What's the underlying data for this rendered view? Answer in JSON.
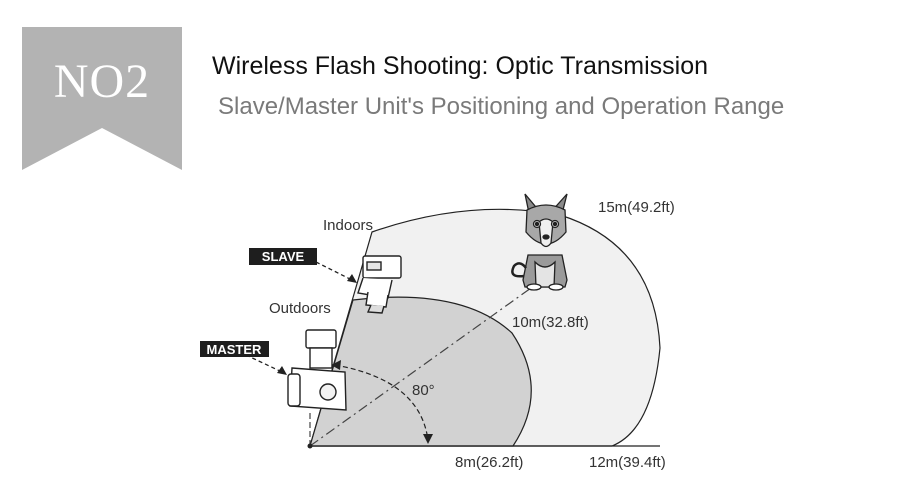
{
  "header": {
    "badge": "NO2",
    "title": "Wireless Flash Shooting: Optic Transmission",
    "subtitle": "Slave/Master Unit's Positioning and Operation Range"
  },
  "diagram": {
    "labels": {
      "indoors": "Indoors",
      "outdoors": "Outdoors",
      "slave": "SLAVE",
      "master": "MASTER",
      "angle": "80°",
      "range_15m": "15m(49.2ft)",
      "range_10m": "10m(32.8ft)",
      "range_8m": "8m(26.2ft)",
      "range_12m": "12m(39.4ft)"
    },
    "colors": {
      "outer_zone": "#f1f1f1",
      "inner_zone": "#d2d2d2",
      "badge": "#b3b3b3",
      "tag": "#1e1e1e"
    },
    "icons": [
      "slave-flash-icon",
      "master-camera-icon",
      "dog-icon"
    ]
  }
}
